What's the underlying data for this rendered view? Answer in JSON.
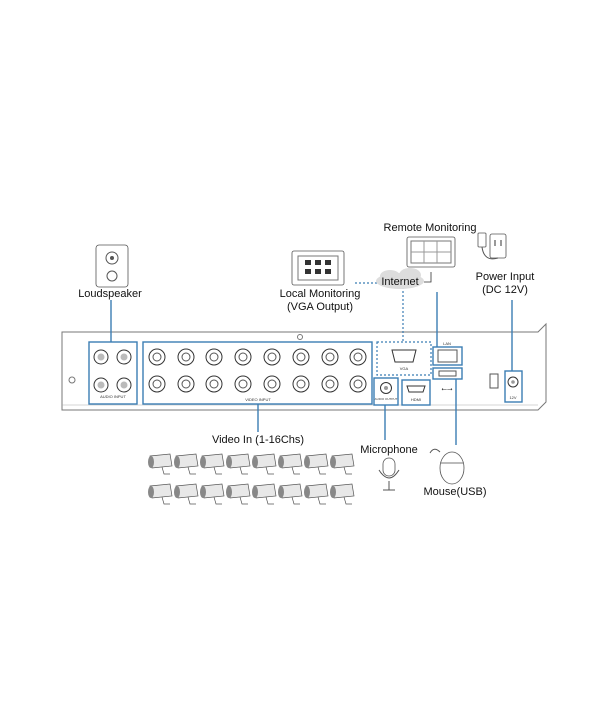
{
  "labels": {
    "loudspeaker": "Loudspeaker",
    "local_monitoring_1": "Local Monitoring",
    "local_monitoring_2": "(VGA Output)",
    "remote_monitoring": "Remote Monitoring",
    "internet": "Internet",
    "power_input_1": "Power Input",
    "power_input_2": "(DC 12V)",
    "video_in": "Video In (1-16Chs)",
    "microphone": "Microphone",
    "mouse": "Mouse(USB)"
  },
  "panel": {
    "audio_input": "AUDIO INPUT",
    "video_input": "VIDEO INPUT",
    "vga": "VGA",
    "hdmi": "HDMI",
    "lan": "LAN",
    "audio_output": "AUDIO OUTPUT",
    "power": "12V"
  },
  "colors": {
    "accent": "#3b7db3"
  }
}
